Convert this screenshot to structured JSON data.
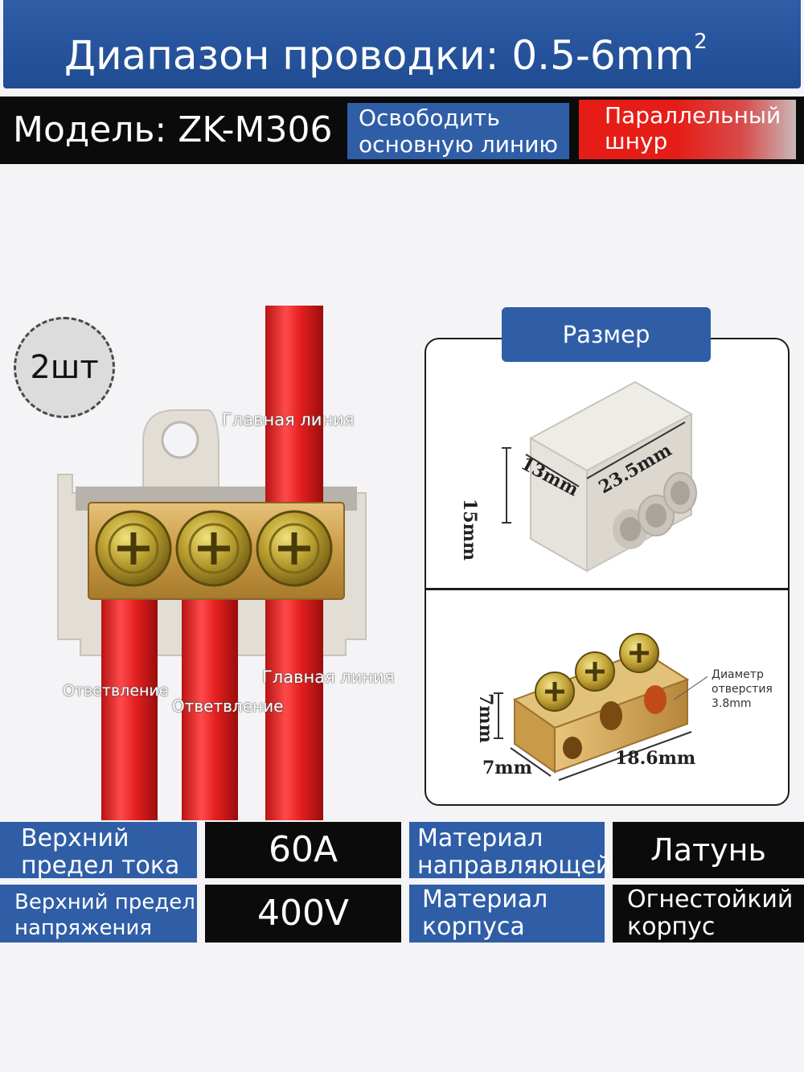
{
  "header": {
    "title": "Диапазон проводки: 0.5-6mm",
    "superscript": "2"
  },
  "model": {
    "label": "Модель: ZK-M306",
    "blue_badge": [
      "Освободить",
      "основную линию"
    ],
    "red_badge": [
      "Параллельный",
      "шнур"
    ]
  },
  "quantity": "2шт",
  "product": {
    "top_label": "Главная линия",
    "mid_label": "Главная линия",
    "branch_left": "Ответвление",
    "branch_mid": "Ответвление"
  },
  "size_panel": {
    "title": "Размер продукта",
    "top_dims": {
      "height": "15mm",
      "depth": "13mm",
      "length": "23.5mm"
    },
    "bottom_dims": {
      "height": "7mm",
      "width": "7mm",
      "length": "18.6mm"
    },
    "hole_note": [
      "Диаметр",
      "отверстия",
      "3.8mm"
    ]
  },
  "specs": {
    "current_label": [
      "Верхний",
      "предел тока"
    ],
    "current_value": "60A",
    "guide_label": [
      "Материал",
      "направляющей"
    ],
    "guide_value": "Латунь",
    "voltage_label": [
      "Верхний предел",
      "напряжения"
    ],
    "voltage_value": "400V",
    "body_label": [
      "Материал",
      "корпуса"
    ],
    "body_value": [
      "Огнестойкий",
      "корпус"
    ]
  },
  "colors": {
    "blue": "#2f5ea7",
    "red": "#e61d17",
    "black": "#0b0b0b",
    "brass": "#c9a04a"
  }
}
